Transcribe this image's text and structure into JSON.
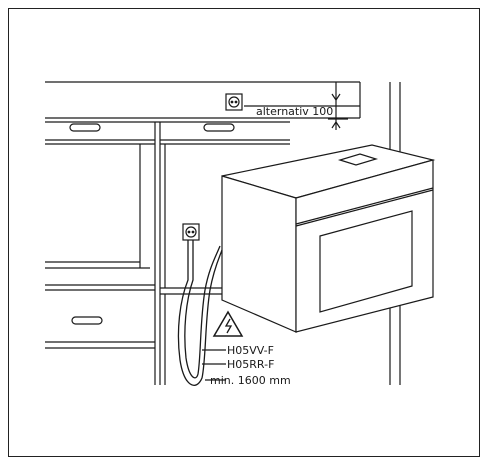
{
  "diagram": {
    "labels": {
      "clearance": "alternativ 100",
      "cable_type_1": "H05VV-F",
      "cable_type_2": "H05RR-F",
      "min_length": "min. 1600 mm"
    },
    "icons": {
      "warning": "high-voltage-warning-icon",
      "socket": "power-socket-icon"
    }
  }
}
